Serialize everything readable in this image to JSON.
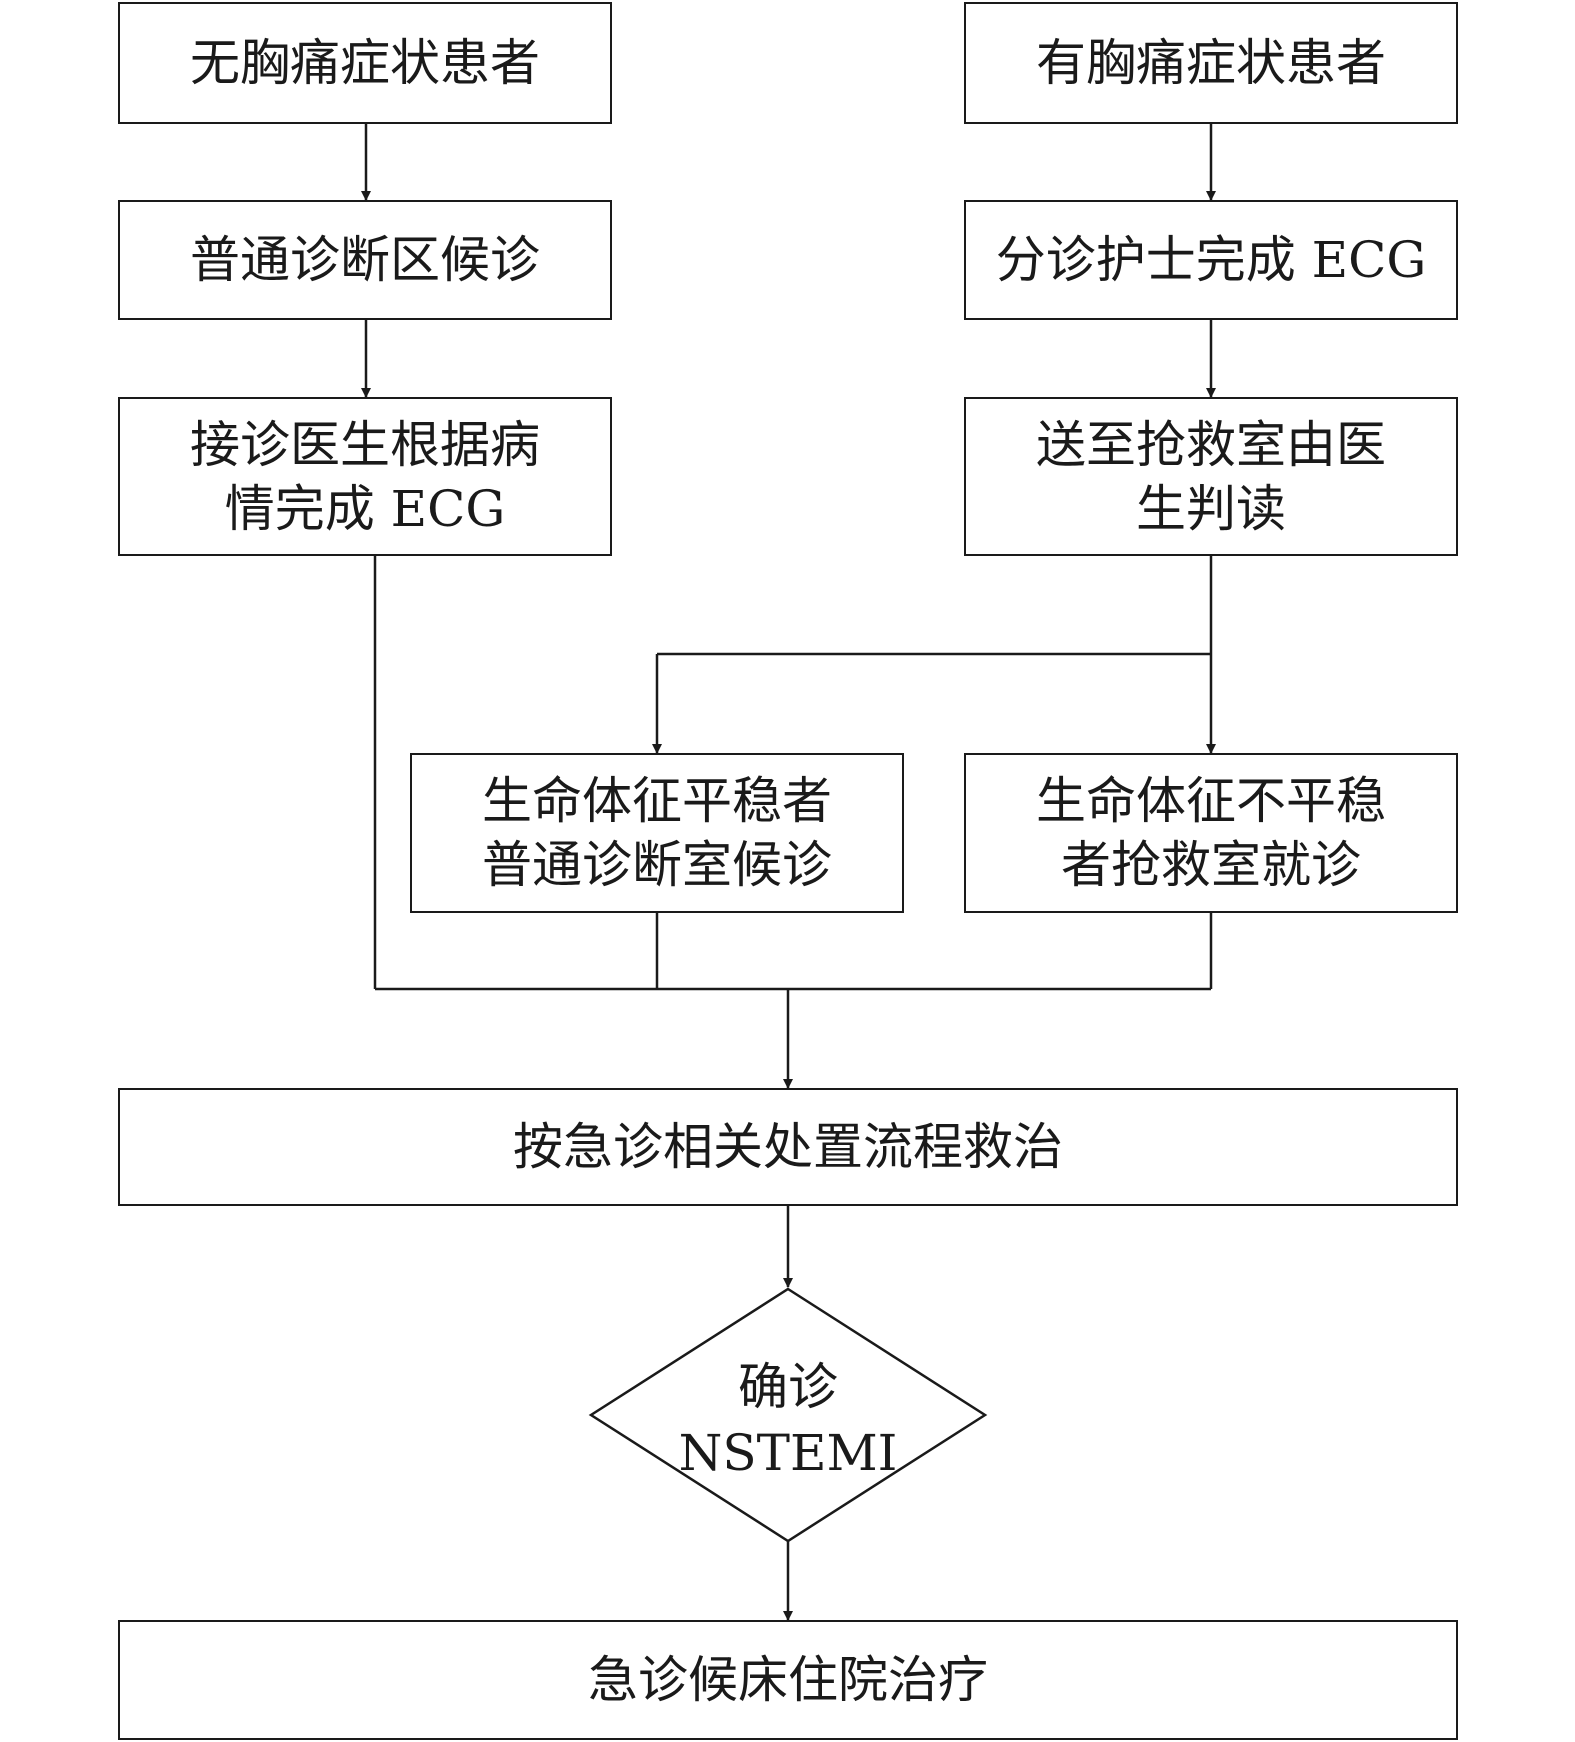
{
  "diagram": {
    "nodes": {
      "no_chest_pain": {
        "lines": [
          "无胸痛症状患者"
        ]
      },
      "chest_pain": {
        "lines": [
          "有胸痛症状患者"
        ]
      },
      "general_wait": {
        "lines": [
          "普通诊断区候诊"
        ]
      },
      "triage_ecg": {
        "lines": [
          "分诊护士完成 ECG"
        ]
      },
      "doctor_ecg": {
        "lines": [
          "接诊医生根据病",
          "情完成 ECG"
        ]
      },
      "rescue_read": {
        "lines": [
          "送至抢救室由医",
          "生判读"
        ]
      },
      "stable": {
        "lines": [
          "生命体征平稳者",
          "普通诊断室候诊"
        ]
      },
      "unstable": {
        "lines": [
          "生命体征不平稳",
          "者抢救室就诊"
        ]
      },
      "emergency_treat": {
        "lines": [
          "按急诊相关处置流程救治"
        ]
      },
      "confirm": {
        "lines": [
          "确诊",
          "NSTEMI"
        ]
      },
      "admit": {
        "lines": [
          "急诊候床住院治疗"
        ]
      }
    }
  }
}
